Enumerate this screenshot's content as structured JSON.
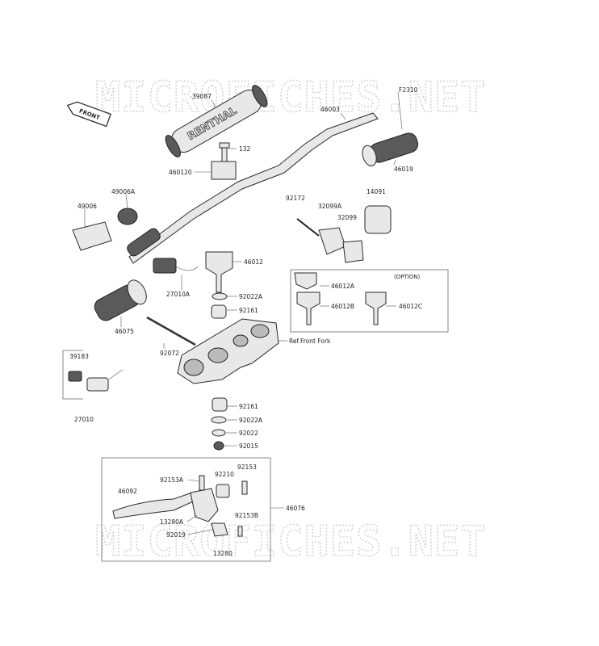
{
  "watermark": "MICROFICHES.NET",
  "front_arrow_label": "FRONT",
  "grip_brand_text": "RENTHAL",
  "option_label": "(OPTION)",
  "ref_label": "Ref.Front Fork",
  "parts": {
    "p39087": "39087",
    "p46003": "46003",
    "pF2310": "F2310",
    "p132": "132",
    "p460120": "460120",
    "p46019": "46019",
    "p49006A": "49006A",
    "p49006": "49006",
    "p92172": "92172",
    "p32099A": "32099A",
    "p32099": "32099",
    "p14091": "14091",
    "p46012": "46012",
    "p27010A": "27010A",
    "p92022A_top": "92022A",
    "p92161_top": "92161",
    "p46012A": "46012A",
    "p46012B": "46012B",
    "p46012C": "46012C",
    "p46075": "46075",
    "p92072": "92072",
    "p39183": "39183",
    "p27010": "27010",
    "p92161_bot": "92161",
    "p92022A_bot": "92022A",
    "p92022": "92022",
    "p92015": "92015",
    "p92153A": "92153A",
    "p92210": "92210",
    "p92153": "92153",
    "p46092": "46092",
    "p46076": "46076",
    "p13280A": "13280A",
    "p92153B": "92153B",
    "p92019": "92019",
    "p13280": "13280"
  }
}
